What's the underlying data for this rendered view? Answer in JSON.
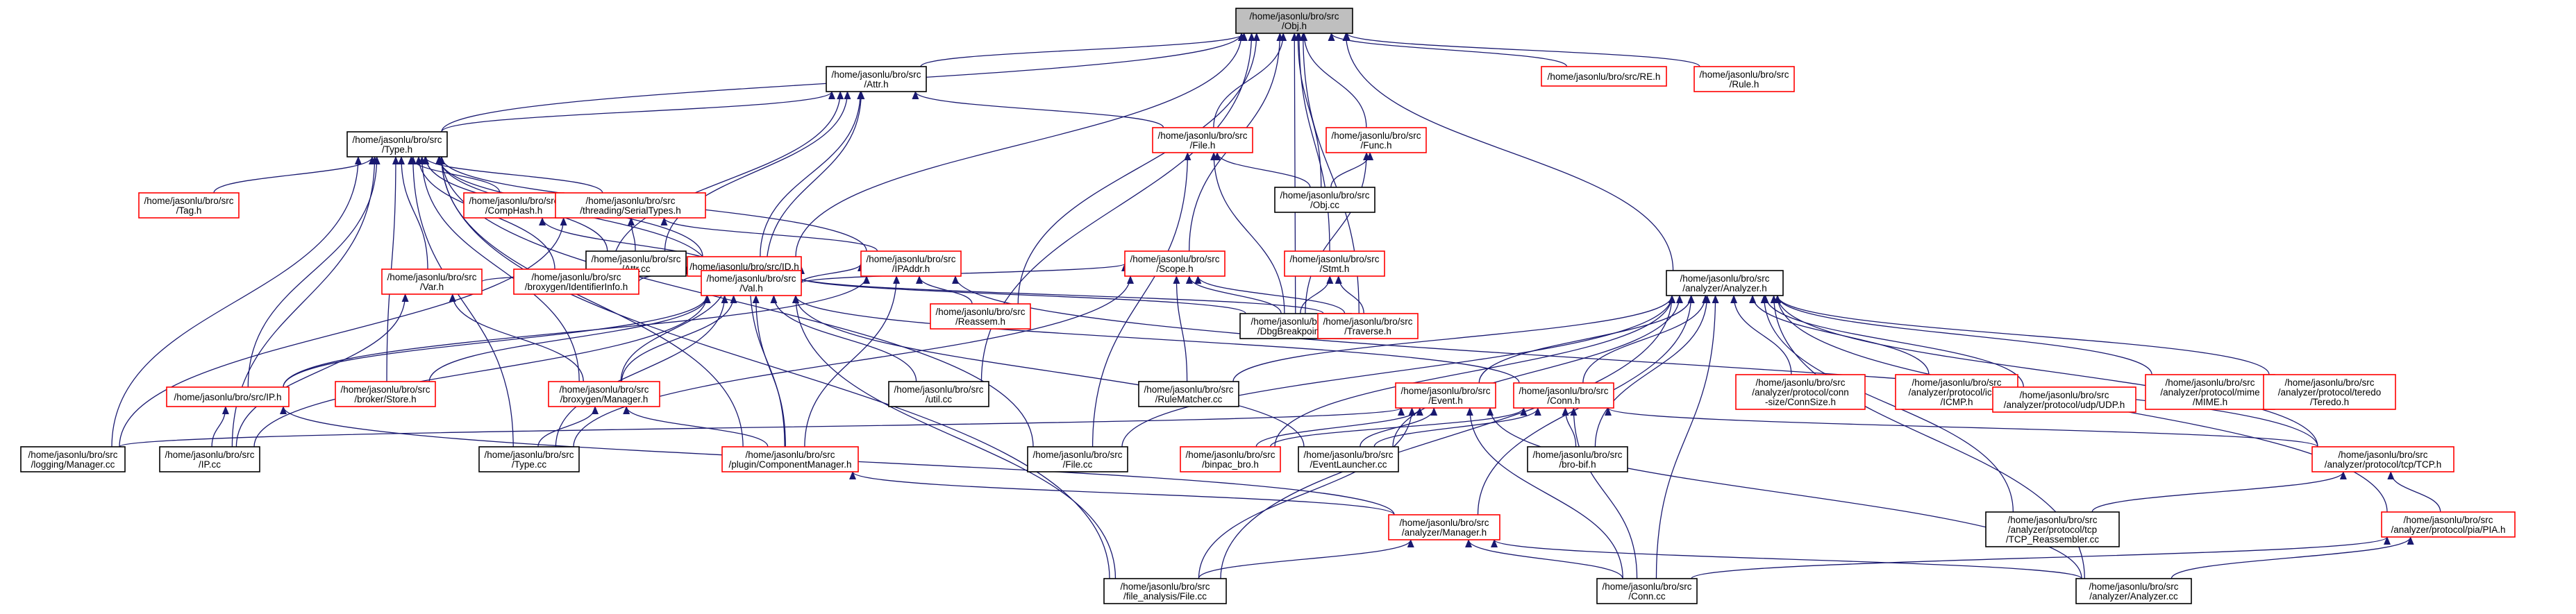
{
  "colors": {
    "edge": "#191970",
    "root_fill": "#bfbfbf",
    "node_fill": "#ffffff",
    "border_black": "#000000",
    "border_red": "#ff0000"
  },
  "nodes": [
    {
      "id": "obj_h",
      "lines": [
        "/home/jasonlu/bro/src",
        "/Obj.h"
      ],
      "border": "black",
      "root": true
    },
    {
      "id": "attr_h",
      "lines": [
        "/home/jasonlu/bro/src",
        "/Attr.h"
      ],
      "border": "black"
    },
    {
      "id": "re_h",
      "lines": [
        "/home/jasonlu/bro/src/RE.h"
      ],
      "border": "red"
    },
    {
      "id": "rule_h",
      "lines": [
        "/home/jasonlu/bro/src",
        "/Rule.h"
      ],
      "border": "red"
    },
    {
      "id": "type_h",
      "lines": [
        "/home/jasonlu/bro/src",
        "/Type.h"
      ],
      "border": "black"
    },
    {
      "id": "file_h",
      "lines": [
        "/home/jasonlu/bro/src",
        "/File.h"
      ],
      "border": "red"
    },
    {
      "id": "func_h",
      "lines": [
        "/home/jasonlu/bro/src",
        "/Func.h"
      ],
      "border": "red"
    },
    {
      "id": "tag_h",
      "lines": [
        "/home/jasonlu/bro/src",
        "/Tag.h"
      ],
      "border": "red"
    },
    {
      "id": "comphash_h",
      "lines": [
        "/home/jasonlu/bro/src",
        "/CompHash.h"
      ],
      "border": "red"
    },
    {
      "id": "serialtypes_h",
      "lines": [
        "/home/jasonlu/bro/src",
        "/threading/SerialTypes.h"
      ],
      "border": "red"
    },
    {
      "id": "obj_cc",
      "lines": [
        "/home/jasonlu/bro/src",
        "/Obj.cc"
      ],
      "border": "black"
    },
    {
      "id": "attr_cc",
      "lines": [
        "/home/jasonlu/bro/src",
        "/Attr.cc"
      ],
      "border": "black"
    },
    {
      "id": "id_h",
      "lines": [
        "/home/jasonlu/bro/src/ID.h"
      ],
      "border": "red"
    },
    {
      "id": "ipaddr_h",
      "lines": [
        "/home/jasonlu/bro/src",
        "/IPAddr.h"
      ],
      "border": "red"
    },
    {
      "id": "scope_h",
      "lines": [
        "/home/jasonlu/bro/src",
        "/Scope.h"
      ],
      "border": "red"
    },
    {
      "id": "stmt_h",
      "lines": [
        "/home/jasonlu/bro/src",
        "/Stmt.h"
      ],
      "border": "red"
    },
    {
      "id": "analyzer_h",
      "lines": [
        "/home/jasonlu/bro/src",
        "/analyzer/Analyzer.h"
      ],
      "border": "black"
    },
    {
      "id": "var_h",
      "lines": [
        "/home/jasonlu/bro/src",
        "/Var.h"
      ],
      "border": "red"
    },
    {
      "id": "identinfo_h",
      "lines": [
        "/home/jasonlu/bro/src",
        "/broxygen/IdentifierInfo.h"
      ],
      "border": "red"
    },
    {
      "id": "val_h",
      "lines": [
        "/home/jasonlu/bro/src",
        "/Val.h"
      ],
      "border": "red"
    },
    {
      "id": "reassem_h",
      "lines": [
        "/home/jasonlu/bro/src",
        "/Reassem.h"
      ],
      "border": "red"
    },
    {
      "id": "dbgbp_cc",
      "lines": [
        "/home/jasonlu/bro/src",
        "/DbgBreakpoint.cc"
      ],
      "border": "black"
    },
    {
      "id": "traverse_h",
      "lines": [
        "/home/jasonlu/bro/src",
        "/Traverse.h"
      ],
      "border": "red"
    },
    {
      "id": "ip_h",
      "lines": [
        "/home/jasonlu/bro/src/IP.h"
      ],
      "border": "red"
    },
    {
      "id": "brokerstore_h",
      "lines": [
        "/home/jasonlu/bro/src",
        "/broker/Store.h"
      ],
      "border": "red"
    },
    {
      "id": "bxmanager_h",
      "lines": [
        "/home/jasonlu/bro/src",
        "/broxygen/Manager.h"
      ],
      "border": "red"
    },
    {
      "id": "util_cc",
      "lines": [
        "/home/jasonlu/bro/src",
        "/util.cc"
      ],
      "border": "black"
    },
    {
      "id": "rulematcher_cc",
      "lines": [
        "/home/jasonlu/bro/src",
        "/RuleMatcher.cc"
      ],
      "border": "black"
    },
    {
      "id": "event_h",
      "lines": [
        "/home/jasonlu/bro/src",
        "/Event.h"
      ],
      "border": "red"
    },
    {
      "id": "conn_h",
      "lines": [
        "/home/jasonlu/bro/src",
        "/Conn.h"
      ],
      "border": "red"
    },
    {
      "id": "connsize_h",
      "lines": [
        "/home/jasonlu/bro/src",
        "/analyzer/protocol/conn",
        "-size/ConnSize.h"
      ],
      "border": "red"
    },
    {
      "id": "icmp_h",
      "lines": [
        "/home/jasonlu/bro/src",
        "/analyzer/protocol/icmp",
        "/ICMP.h"
      ],
      "border": "red"
    },
    {
      "id": "udp_h",
      "lines": [
        "/home/jasonlu/bro/src",
        "/analyzer/protocol/udp/UDP.h"
      ],
      "border": "red"
    },
    {
      "id": "mime_h",
      "lines": [
        "/home/jasonlu/bro/src",
        "/analyzer/protocol/mime",
        "/MIME.h"
      ],
      "border": "red"
    },
    {
      "id": "teredo_h",
      "lines": [
        "/home/jasonlu/bro/src",
        "/analyzer/protocol/teredo",
        "/Teredo.h"
      ],
      "border": "red"
    },
    {
      "id": "logmgr_cc",
      "lines": [
        "/home/jasonlu/bro/src",
        "/logging/Manager.cc"
      ],
      "border": "black"
    },
    {
      "id": "ip_cc",
      "lines": [
        "/home/jasonlu/bro/src",
        "/IP.cc"
      ],
      "border": "black"
    },
    {
      "id": "type_cc",
      "lines": [
        "/home/jasonlu/bro/src",
        "/Type.cc"
      ],
      "border": "black"
    },
    {
      "id": "plugincm_h",
      "lines": [
        "/home/jasonlu/bro/src",
        "/plugin/ComponentManager.h"
      ],
      "border": "red"
    },
    {
      "id": "file_cc",
      "lines": [
        "/home/jasonlu/bro/src",
        "/File.cc"
      ],
      "border": "black"
    },
    {
      "id": "binpac_h",
      "lines": [
        "/home/jasonlu/bro/src",
        "/binpac_bro.h"
      ],
      "border": "red"
    },
    {
      "id": "eventlauncher_cc",
      "lines": [
        "/home/jasonlu/bro/src",
        "/EventLauncher.cc"
      ],
      "border": "black"
    },
    {
      "id": "brobif_h",
      "lines": [
        "/home/jasonlu/bro/src",
        "/bro-bif.h"
      ],
      "border": "black"
    },
    {
      "id": "tcp_h",
      "lines": [
        "/home/jasonlu/bro/src",
        "/analyzer/protocol/tcp/TCP.h"
      ],
      "border": "red"
    },
    {
      "id": "amanager_h",
      "lines": [
        "/home/jasonlu/bro/src",
        "/analyzer/Manager.h"
      ],
      "border": "red"
    },
    {
      "id": "tcpreass_cc",
      "lines": [
        "/home/jasonlu/bro/src",
        "/analyzer/protocol/tcp",
        "/TCP_Reassembler.cc"
      ],
      "border": "black"
    },
    {
      "id": "pia_h",
      "lines": [
        "/home/jasonlu/bro/src",
        "/analyzer/protocol/pia/PIA.h"
      ],
      "border": "red"
    },
    {
      "id": "fafile_cc",
      "lines": [
        "/home/jasonlu/bro/src",
        "/file_analysis/File.cc"
      ],
      "border": "black"
    },
    {
      "id": "conn_cc",
      "lines": [
        "/home/jasonlu/bro/src",
        "/Conn.cc"
      ],
      "border": "black"
    },
    {
      "id": "analyzer_cc",
      "lines": [
        "/home/jasonlu/bro/src",
        "/analyzer/Analyzer.cc"
      ],
      "border": "black"
    }
  ],
  "edges": [
    [
      "attr_h",
      "obj_h"
    ],
    [
      "type_h",
      "obj_h"
    ],
    [
      "file_h",
      "obj_h"
    ],
    [
      "func_h",
      "obj_h"
    ],
    [
      "obj_cc",
      "obj_h"
    ],
    [
      "scope_h",
      "obj_h"
    ],
    [
      "stmt_h",
      "obj_h"
    ],
    [
      "analyzer_h",
      "obj_h"
    ],
    [
      "re_h",
      "obj_h"
    ],
    [
      "rule_h",
      "obj_h"
    ],
    [
      "traverse_h",
      "obj_h"
    ],
    [
      "dbgbp_cc",
      "obj_h"
    ],
    [
      "reassem_h",
      "obj_h"
    ],
    [
      "util_cc",
      "obj_h"
    ],
    [
      "id_h",
      "obj_h"
    ],
    [
      "type_h",
      "attr_h"
    ],
    [
      "file_h",
      "attr_h"
    ],
    [
      "attr_cc",
      "attr_h"
    ],
    [
      "id_h",
      "attr_h"
    ],
    [
      "val_h",
      "attr_h"
    ],
    [
      "identinfo_h",
      "attr_h"
    ],
    [
      "tag_h",
      "type_h"
    ],
    [
      "comphash_h",
      "type_h"
    ],
    [
      "serialtypes_h",
      "type_h"
    ],
    [
      "id_h",
      "type_h"
    ],
    [
      "ipaddr_h",
      "type_h"
    ],
    [
      "var_h",
      "type_h"
    ],
    [
      "identinfo_h",
      "type_h"
    ],
    [
      "val_h",
      "type_h"
    ],
    [
      "ip_h",
      "type_h"
    ],
    [
      "brokerstore_h",
      "type_h"
    ],
    [
      "bxmanager_h",
      "type_h"
    ],
    [
      "logmgr_cc",
      "type_h"
    ],
    [
      "ip_cc",
      "type_h"
    ],
    [
      "type_cc",
      "type_h"
    ],
    [
      "file_cc",
      "type_h"
    ],
    [
      "fafile_cc",
      "type_h"
    ],
    [
      "plugincm_h",
      "type_h"
    ],
    [
      "attr_cc",
      "type_h"
    ],
    [
      "obj_cc",
      "file_h"
    ],
    [
      "dbgbp_cc",
      "file_h"
    ],
    [
      "file_cc",
      "file_h"
    ],
    [
      "obj_cc",
      "func_h"
    ],
    [
      "dbgbp_cc",
      "func_h"
    ],
    [
      "attr_cc",
      "serialtypes_h"
    ],
    [
      "ipaddr_h",
      "serialtypes_h"
    ],
    [
      "logmgr_cc",
      "serialtypes_h"
    ],
    [
      "val_h",
      "comphash_h"
    ],
    [
      "val_h",
      "id_h"
    ],
    [
      "var_h",
      "id_h"
    ],
    [
      "identinfo_h",
      "id_h"
    ],
    [
      "bxmanager_h",
      "id_h"
    ],
    [
      "plugincm_h",
      "id_h"
    ],
    [
      "dbgbp_cc",
      "id_h"
    ],
    [
      "traverse_h",
      "id_h"
    ],
    [
      "val_h",
      "ipaddr_h"
    ],
    [
      "reassem_h",
      "ipaddr_h"
    ],
    [
      "ip_h",
      "ipaddr_h"
    ],
    [
      "plugincm_h",
      "ipaddr_h"
    ],
    [
      "tcp_h",
      "ipaddr_h"
    ],
    [
      "val_h",
      "scope_h"
    ],
    [
      "dbgbp_cc",
      "scope_h"
    ],
    [
      "rulematcher_cc",
      "scope_h"
    ],
    [
      "traverse_h",
      "scope_h"
    ],
    [
      "type_cc",
      "scope_h"
    ],
    [
      "dbgbp_cc",
      "stmt_h"
    ],
    [
      "traverse_h",
      "stmt_h"
    ],
    [
      "ip_cc",
      "var_h"
    ],
    [
      "bxmanager_h",
      "var_h"
    ],
    [
      "ip_h",
      "val_h"
    ],
    [
      "brokerstore_h",
      "val_h"
    ],
    [
      "bxmanager_h",
      "val_h"
    ],
    [
      "util_cc",
      "val_h"
    ],
    [
      "conn_h",
      "val_h"
    ],
    [
      "plugincm_h",
      "val_h"
    ],
    [
      "eventlauncher_cc",
      "val_h"
    ],
    [
      "ip_cc",
      "val_h"
    ],
    [
      "type_cc",
      "val_h"
    ],
    [
      "fafile_cc",
      "val_h"
    ],
    [
      "ip_cc",
      "ip_h"
    ],
    [
      "amanager_h",
      "ip_h"
    ],
    [
      "plugincm_h",
      "bxmanager_h"
    ],
    [
      "type_cc",
      "bxmanager_h"
    ],
    [
      "event_h",
      "analyzer_h"
    ],
    [
      "conn_h",
      "analyzer_h"
    ],
    [
      "connsize_h",
      "analyzer_h"
    ],
    [
      "icmp_h",
      "analyzer_h"
    ],
    [
      "udp_h",
      "analyzer_h"
    ],
    [
      "mime_h",
      "analyzer_h"
    ],
    [
      "teredo_h",
      "analyzer_h"
    ],
    [
      "tcp_h",
      "analyzer_h"
    ],
    [
      "pia_h",
      "analyzer_h"
    ],
    [
      "amanager_h",
      "analyzer_h"
    ],
    [
      "rulematcher_cc",
      "analyzer_h"
    ],
    [
      "file_cc",
      "analyzer_h"
    ],
    [
      "binpac_h",
      "analyzer_h"
    ],
    [
      "eventlauncher_cc",
      "analyzer_h"
    ],
    [
      "brobif_h",
      "analyzer_h"
    ],
    [
      "tcpreass_cc",
      "analyzer_h"
    ],
    [
      "conn_cc",
      "analyzer_h"
    ],
    [
      "analyzer_cc",
      "analyzer_h"
    ],
    [
      "fafile_cc",
      "analyzer_h"
    ],
    [
      "logmgr_cc",
      "event_h"
    ],
    [
      "binpac_h",
      "event_h"
    ],
    [
      "eventlauncher_cc",
      "event_h"
    ],
    [
      "fafile_cc",
      "event_h"
    ],
    [
      "conn_cc",
      "event_h"
    ],
    [
      "analyzer_cc",
      "event_h"
    ],
    [
      "eventlauncher_cc",
      "conn_h"
    ],
    [
      "brobif_h",
      "conn_h"
    ],
    [
      "conn_cc",
      "conn_h"
    ],
    [
      "tcp_h",
      "conn_h"
    ],
    [
      "binpac_h",
      "conn_h"
    ],
    [
      "tcpreass_cc",
      "tcp_h"
    ],
    [
      "pia_h",
      "tcp_h"
    ],
    [
      "amanager_h",
      "plugincm_h"
    ],
    [
      "fafile_cc",
      "amanager_h"
    ],
    [
      "conn_cc",
      "amanager_h"
    ],
    [
      "analyzer_cc",
      "amanager_h"
    ],
    [
      "conn_cc",
      "pia_h"
    ],
    [
      "analyzer_cc",
      "pia_h"
    ]
  ]
}
